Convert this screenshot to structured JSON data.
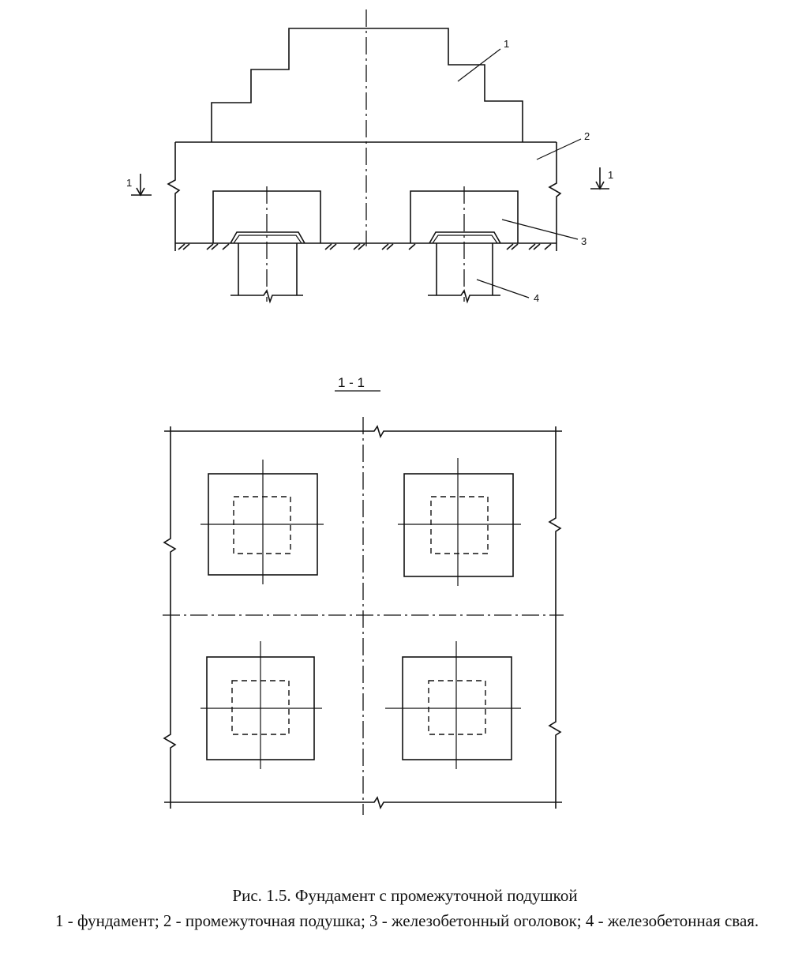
{
  "labels": {
    "part1": "1",
    "part2": "2",
    "part3": "3",
    "part4": "4",
    "section_mark_left": "1",
    "section_mark_right": "1",
    "section_title": "1 - 1"
  },
  "caption": {
    "title": "Рис. 1.5. Фундамент с промежуточной подушкой",
    "legend": "1 - фундамент; 2 - промежуточная подушка; 3 - железобетонный оголовок; 4 - железобетонная свая."
  }
}
